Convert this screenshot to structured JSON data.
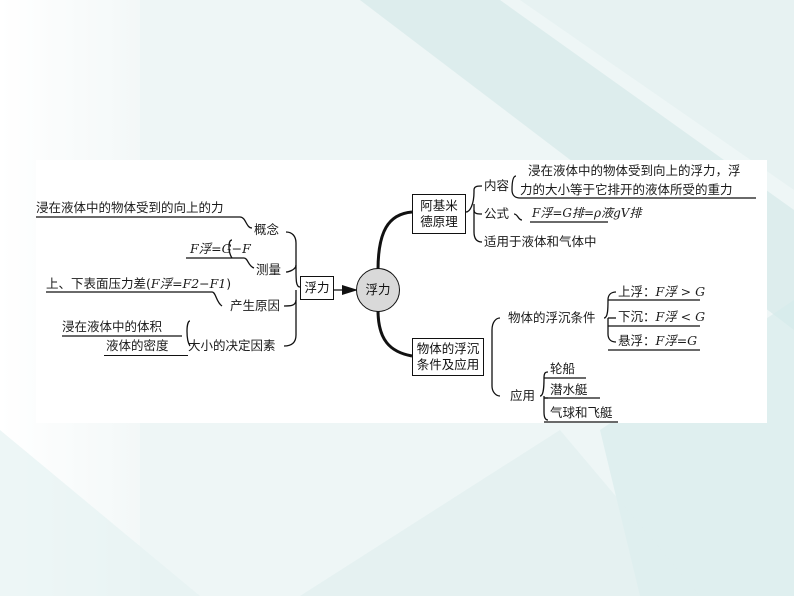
{
  "center": "浮力",
  "left_root": "浮力",
  "left": {
    "concept": {
      "label": "概念",
      "text": "浸在液体中的物体受到的向上的力"
    },
    "measure": {
      "label": "测量",
      "formula": "F浮=G−F"
    },
    "cause": {
      "label": "产生原因",
      "text_pre": "上、下表面压力差(",
      "formula": "F浮=F2−F1",
      "text_post": ")"
    },
    "factors": {
      "label": "大小的决定因素",
      "items": [
        "浸在液体中的体积",
        "液体的密度"
      ]
    }
  },
  "archimedes": {
    "title_line1": "阿基米",
    "title_line2": "德原理",
    "content_label": "内容",
    "content_line1": "浸在液体中的物体受到向上的浮力，浮",
    "content_line2": "力的大小等于它排开的液体所受的重力",
    "formula_label": "公式",
    "formula": "F浮=G排=ρ液gV排",
    "scope": "适用于液体和气体中"
  },
  "application": {
    "title_line1": "物体的浮沉",
    "title_line2": "条件及应用",
    "conditions_label": "物体的浮沉条件",
    "conditions": [
      {
        "state": "上浮",
        "relation": "F浮 > G"
      },
      {
        "state": "下沉",
        "relation": "F浮 < G"
      },
      {
        "state": "悬浮",
        "relation": "F浮=G"
      }
    ],
    "apply_label": "应用",
    "apply_items": [
      "轮船",
      "潜水艇",
      "气球和飞艇"
    ]
  }
}
